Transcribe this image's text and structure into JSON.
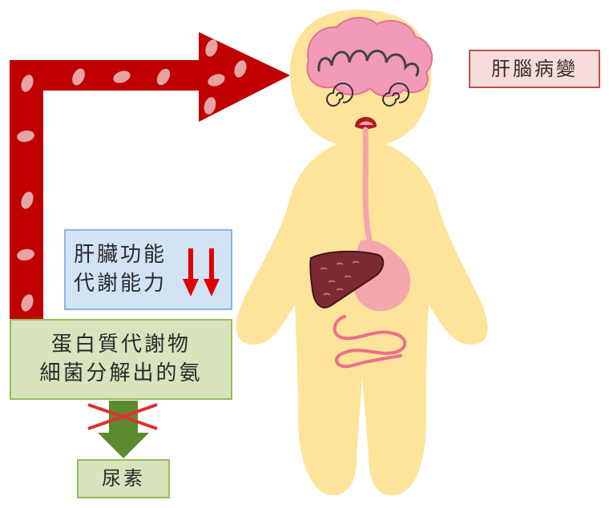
{
  "labels": {
    "liver_brain_disease": "肝腦病變",
    "liver_function_line1": "肝臟功能",
    "liver_function_line2": "代謝能力",
    "ammonia_line1": "蛋白質代謝物",
    "ammonia_line2": "細菌分解出的氨",
    "urea": "尿素"
  },
  "icons": {
    "decrease": "double-down-arrow-icon",
    "blocked": "red-cross-icon",
    "flow": "green-down-arrow-icon",
    "ammonia_route": "red-elbow-arrow-icon"
  },
  "colors": {
    "red_arrow": "#c00000",
    "red_arrow_spots": "#e8a4a4",
    "body": "#fde49a",
    "brain": "#f29bb6",
    "liver": "#7b2a34",
    "stomach": "#f4a6ad",
    "green_box": "#d7e4bd",
    "blue_box": "#d3e3f6",
    "pink_box": "#f6dcda",
    "green_arrow": "#5c8a2e"
  }
}
